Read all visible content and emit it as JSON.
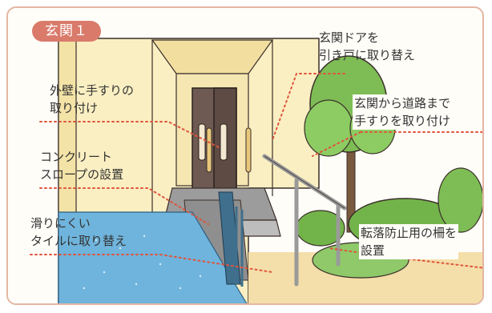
{
  "badge": "玄関１",
  "labels": {
    "door": {
      "line1": "玄関ドアを",
      "line2": "引き戸に取り替え"
    },
    "wall_handrail": {
      "line1": "外壁に手すりの",
      "line2": "取り付け"
    },
    "road_handrail": {
      "line1": "玄関から道路まで",
      "line2": "手すりを取り付け"
    },
    "slope": {
      "line1": "コンクリート",
      "line2": "スロープの設置"
    },
    "tile": {
      "line1": "滑りにくい",
      "line2": "タイルに取り替え"
    },
    "fence": {
      "line1": "転落防止用の柵を",
      "line2": "設置"
    }
  },
  "colors": {
    "badge": "#d97a6b",
    "frame": "#e3b6a3",
    "wall": "#faefc2",
    "door": "#6e5a52",
    "tile": "#6fb4dc",
    "leader": "#e0543c",
    "tree": "#7ebd55",
    "handrail": "#9a9a9a"
  },
  "icons": [
    "house-entrance-illustration",
    "tree-icon",
    "shrub-icon"
  ]
}
